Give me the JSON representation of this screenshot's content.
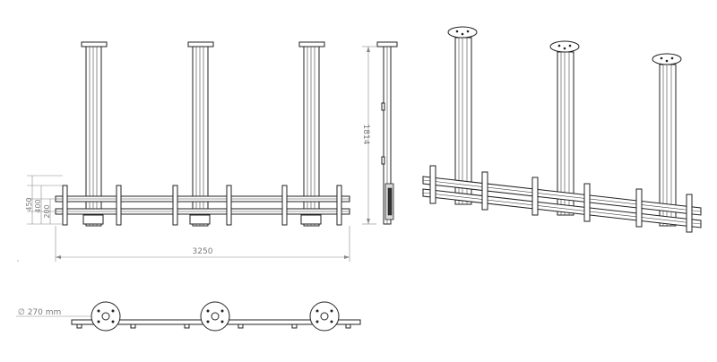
{
  "dimensions": {
    "width_label": "3250",
    "height_label": "1814",
    "spacing_450": "450",
    "spacing_400": "400",
    "spacing_200": "200",
    "plate_diameter": "∅ 270 mm"
  },
  "colors": {
    "line": "#222222",
    "dimension": "#888888",
    "label": "#7a7a7a"
  }
}
